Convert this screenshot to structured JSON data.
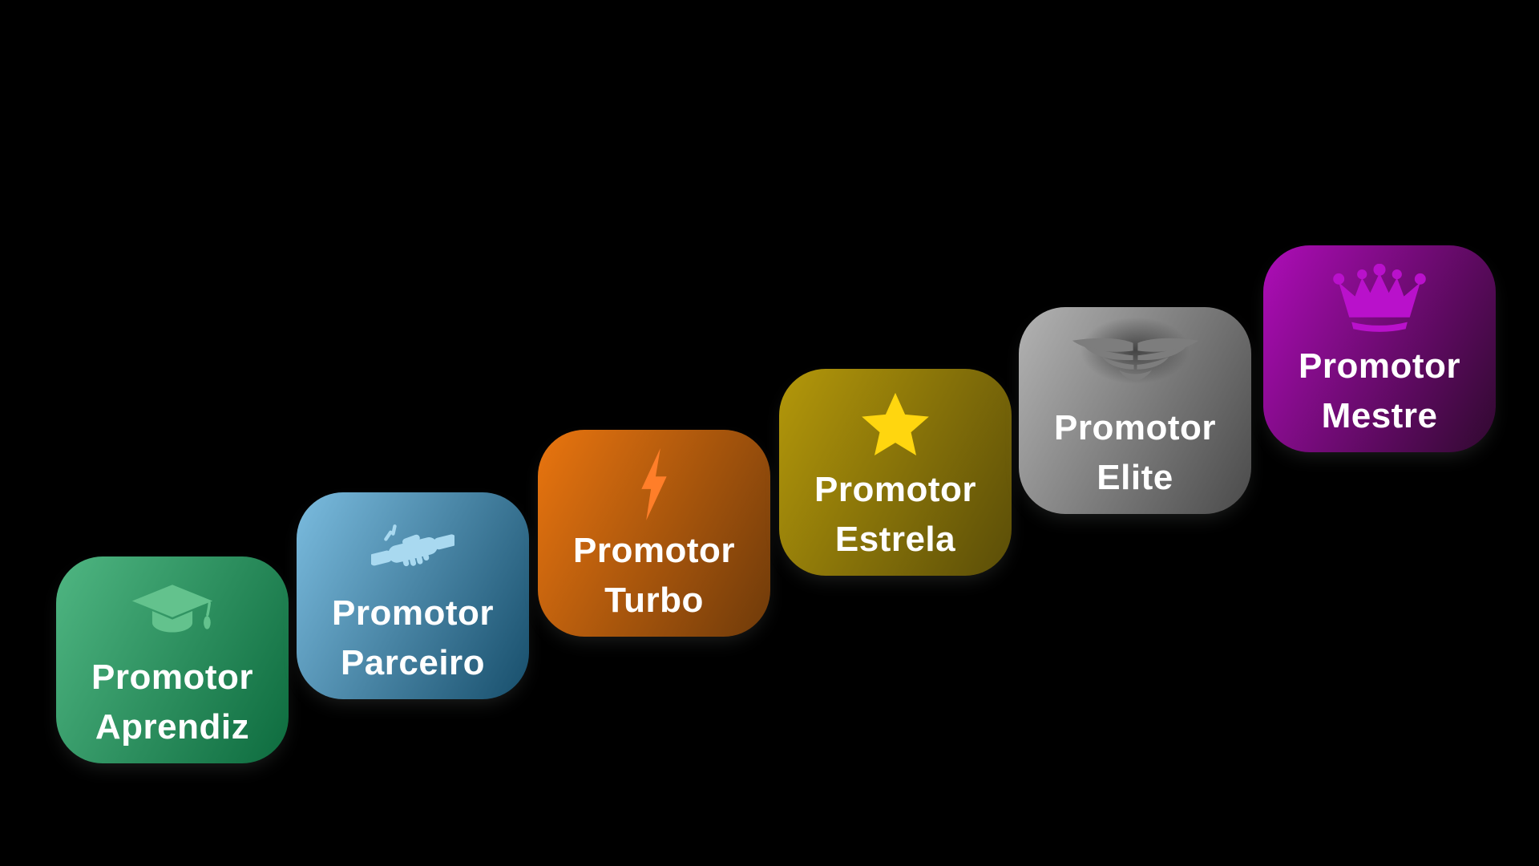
{
  "canvas": {
    "background": "#000000",
    "text_color": "#ffffff"
  },
  "levels": [
    {
      "line1": "Promotor",
      "line2": "Aprendiz",
      "icon": "graduation-cap",
      "gradient_start": "#4fb682",
      "gradient_end": "#0d6b3e",
      "icon_color": "#63c28d"
    },
    {
      "line1": "Promotor",
      "line2": "Parceiro",
      "icon": "handshake",
      "gradient_start": "#7bbcdf",
      "gradient_end": "#174e6b",
      "icon_color": "#a9d9f0"
    },
    {
      "line1": "Promotor",
      "line2": "Turbo",
      "icon": "lightning-bolt",
      "gradient_start": "#ea750f",
      "gradient_end": "#6e3a0a",
      "icon_color": "#ff7e29"
    },
    {
      "line1": "Promotor",
      "line2": "Estrela",
      "icon": "star",
      "gradient_start": "#b4980a",
      "gradient_end": "#5a4d08",
      "icon_color": "#ffd60f"
    },
    {
      "line1": "Promotor",
      "line2": "Elite",
      "icon": "wings",
      "gradient_start": "#b3b3b3",
      "gradient_end": "#4a4a4a",
      "icon_color": "#7d7d7d"
    },
    {
      "line1": "Promotor",
      "line2": "Mestre",
      "icon": "crown",
      "gradient_start": "#ae0db8",
      "gradient_end": "#30092f",
      "icon_color": "#b911cb"
    }
  ]
}
